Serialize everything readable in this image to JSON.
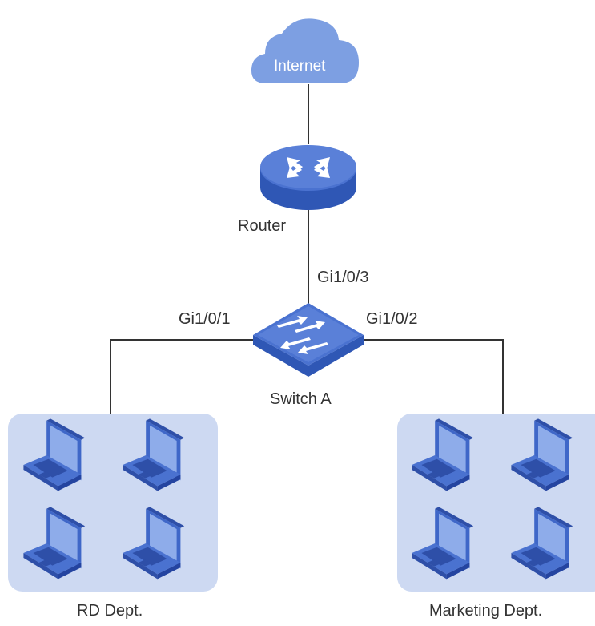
{
  "nodes": {
    "internet": {
      "label": "Internet",
      "icon": "cloud-icon"
    },
    "router": {
      "label": "Router",
      "icon": "router-icon"
    },
    "switch": {
      "label": "Switch A",
      "icon": "switch-icon"
    }
  },
  "ports": {
    "uplink": "Gi1/0/3",
    "left": "Gi1/0/1",
    "right": "Gi1/0/2"
  },
  "groups": {
    "rd": {
      "label": "RD Dept.",
      "device_count": 4,
      "device_icon": "laptop-icon"
    },
    "marketing": {
      "label": "Marketing Dept.",
      "device_count": 4,
      "device_icon": "laptop-icon"
    }
  },
  "colors": {
    "device_blue": "#3f67c8",
    "device_light": "#7f9fe4",
    "cloud_blue": "#7d9fe2",
    "group_bg": "#cdd9f2",
    "line": "#333333"
  }
}
